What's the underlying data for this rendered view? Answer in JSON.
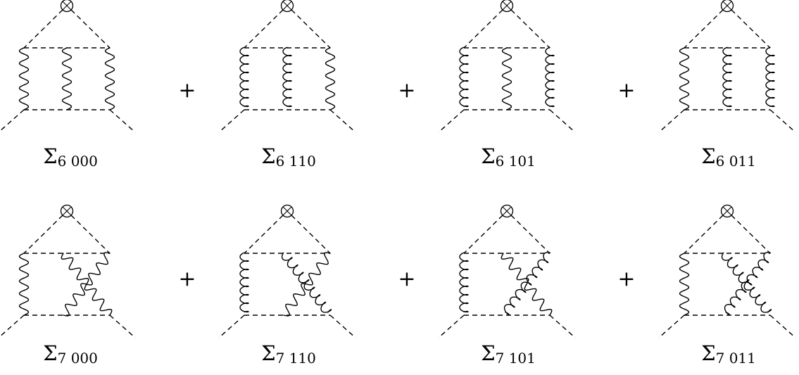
{
  "plus_sign": "+",
  "sigma_symbol": "Σ",
  "rows": [
    {
      "diagrams": [
        {
          "sub": "6 000",
          "lines": [
            "photon",
            "photon",
            "photon"
          ]
        },
        {
          "sub": "6 110",
          "lines": [
            "gluon",
            "gluon",
            "photon"
          ]
        },
        {
          "sub": "6 101",
          "lines": [
            "gluon",
            "photon",
            "gluon"
          ]
        },
        {
          "sub": "6 011",
          "lines": [
            "photon",
            "gluon",
            "gluon"
          ]
        }
      ]
    },
    {
      "diagrams": [
        {
          "sub": "7 000",
          "lines": [
            "photon",
            "photon",
            "photon"
          ]
        },
        {
          "sub": "7 110",
          "lines": [
            "gluon",
            "gluon",
            "photon"
          ]
        },
        {
          "sub": "7 101",
          "lines": [
            "gluon",
            "photon",
            "gluon"
          ]
        },
        {
          "sub": "7 011",
          "lines": [
            "photon",
            "gluon",
            "gluon"
          ]
        }
      ]
    }
  ]
}
